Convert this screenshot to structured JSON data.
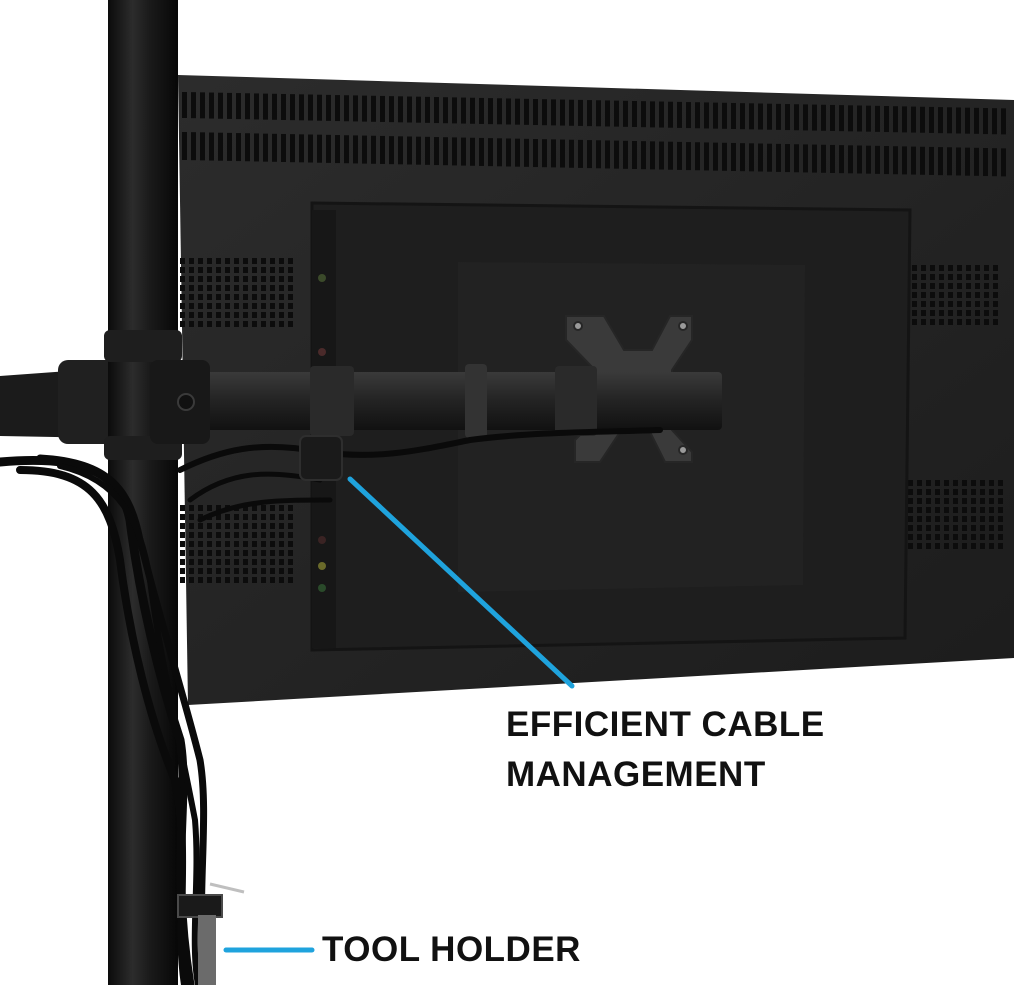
{
  "callouts": {
    "cable_management": {
      "line1": "EFFICIENT CABLE",
      "line2": "MANAGEMENT"
    },
    "tool_holder": {
      "label": "TOOL HOLDER"
    }
  },
  "colors": {
    "background": "#ffffff",
    "monitor_back": "#262626",
    "vesa_plate": "#1d1d1d",
    "pole": "#151515",
    "arm": "#232323",
    "vent_slot": "#0c0c0c",
    "callout_line": "#1fa3dd",
    "label_text": "#111111"
  }
}
